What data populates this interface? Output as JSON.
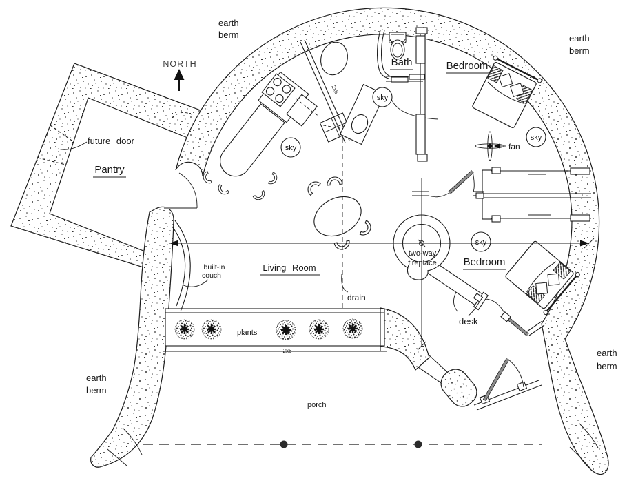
{
  "plan": {
    "berms": {
      "line1": "earth",
      "line2": "berm"
    },
    "north_label": "NORTH",
    "rooms": {
      "pantry": "Pantry",
      "bath": "Bath",
      "bedroom": "Bedroom",
      "living_room": "Living Room"
    },
    "annotations": {
      "future_door": "future door",
      "sky": "sky",
      "fan": "fan",
      "fireplace_line1": "two-way",
      "fireplace_line2": "fireplace",
      "built_in_line1": "built-in",
      "built_in_line2": "couch",
      "drain": "drain",
      "desk": "desk",
      "plants": "plants",
      "lumber_size": "2x6",
      "porch": "porch"
    },
    "colors": {
      "ink": "#1c1c1c",
      "paper": "#ffffff",
      "door_gray": "#8d8d8d"
    }
  }
}
